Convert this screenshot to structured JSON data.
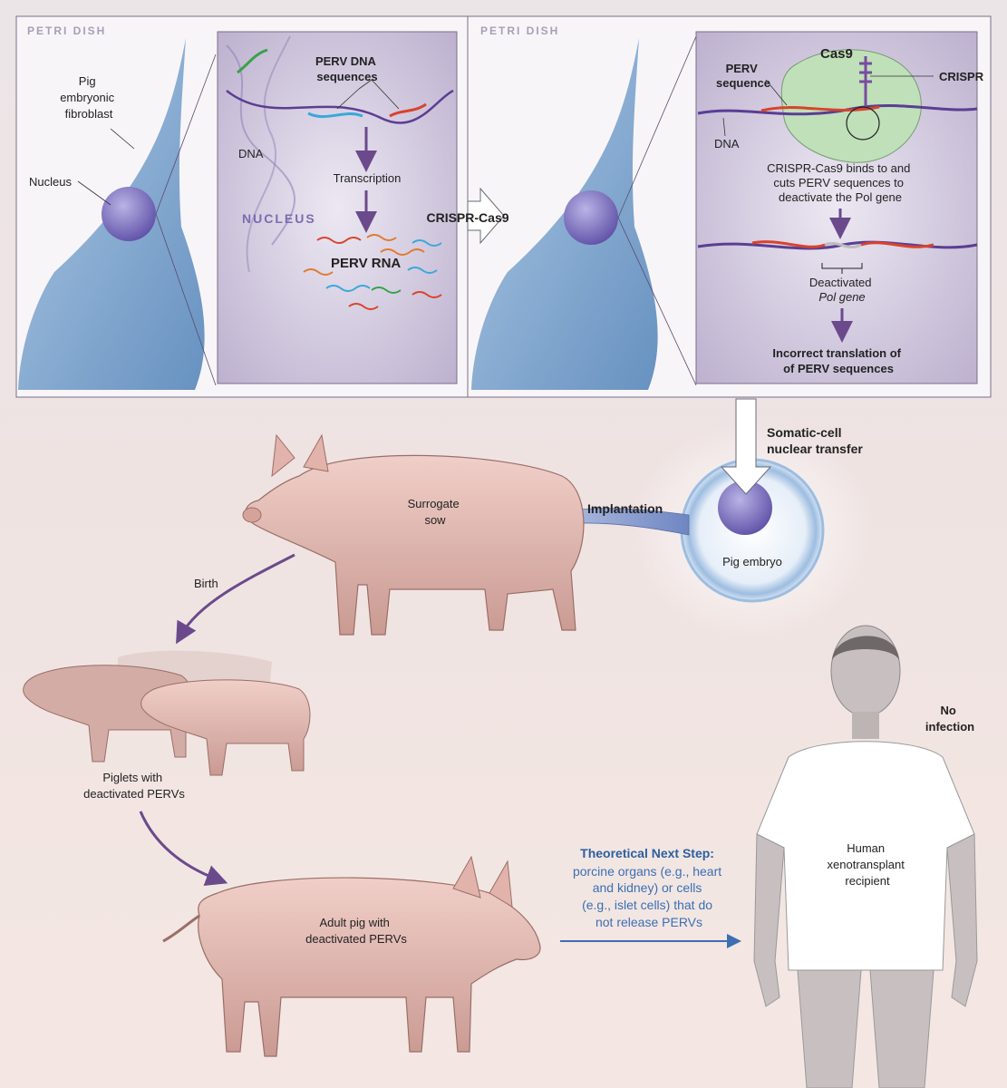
{
  "panel_left": {
    "title": "PETRI DISH",
    "cell_label": [
      "Pig",
      "embryonic",
      "fibroblast"
    ],
    "nucleus_label": "Nucleus",
    "zoom": {
      "dna_sequences_label": [
        "PERV DNA",
        "sequences"
      ],
      "dna_label": "DNA",
      "transcription_label": "Transcription",
      "nucleus_title": "NUCLEUS",
      "rna_label": "PERV RNA"
    }
  },
  "arrow_label": "CRISPR-Cas9",
  "panel_right": {
    "title": "PETRI DISH",
    "zoom": {
      "cas9_label": "Cas9",
      "perv_sequence_label": [
        "PERV",
        "sequence"
      ],
      "crispr_label": "CRISPR",
      "dna_label": "DNA",
      "binds_text": [
        "CRISPR-Cas9 binds to and",
        "cuts PERV sequences to",
        "deactivate the Pol gene"
      ],
      "deactivated_label": [
        "Deactivated",
        "Pol gene"
      ],
      "result_text": [
        "Incorrect translation of",
        "of PERV sequences"
      ]
    }
  },
  "transfer_label": [
    "Somatic-cell",
    "nuclear transfer"
  ],
  "implantation_label": "Implantation",
  "embryo_label": "Pig embryo",
  "sow_label": [
    "Surrogate",
    "sow"
  ],
  "birth_label": "Birth",
  "piglets_label": [
    "Piglets with",
    "deactivated PERVs"
  ],
  "adult_pig_label": [
    "Adult pig with",
    "deactivated PERVs"
  ],
  "next_step": {
    "heading": "Theoretical Next Step:",
    "lines": [
      "porcine organs (e.g., heart",
      "and kidney) or cells",
      "(e.g., islet cells) that do",
      "not release PERVs"
    ]
  },
  "no_infection_label": [
    "No",
    "infection"
  ],
  "human_label": [
    "Human",
    "xenotransplant",
    "recipient"
  ],
  "colors": {
    "accent_blue": "#3b6fb2",
    "process_arrow": "#6b4a8c",
    "dna_purple": "#5b3e93",
    "perv_red": "#d9432b",
    "cell_blue": "#7fa6cc",
    "pig_pink": "#e7bdb5"
  }
}
